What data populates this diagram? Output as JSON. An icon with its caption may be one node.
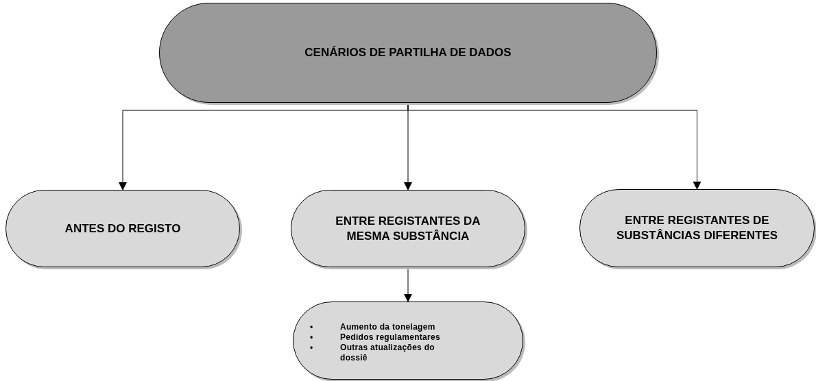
{
  "diagram": {
    "nodes": [
      {
        "text": [
          "CENÁRIOS DE PARTILHA DE DADOS"
        ]
      },
      {
        "text": [
          "ANTES DO REGISTO"
        ]
      },
      {
        "text": [
          "ENTRE REGISTANTES DA MESMA SUBSTÂNCIA"
        ]
      },
      {
        "text": [
          "ENTRE REGISTANTES DE SUBSTÂNCIAS DIFERENTES"
        ]
      },
      {
        "text": [
          "•",
          "Aumento da tonelagem",
          "•",
          "Pedidos regulamentares",
          "•",
          "Outras atualizações do dossiê"
        ]
      }
    ],
    "edges": [
      {
        "from": 0,
        "to": 1,
        "arrow": "to"
      },
      {
        "from": 0,
        "to": 2,
        "arrow": "to"
      },
      {
        "from": 0,
        "to": 3,
        "arrow": "to"
      },
      {
        "from": 2,
        "to": 4,
        "arrow": "to"
      }
    ]
  }
}
